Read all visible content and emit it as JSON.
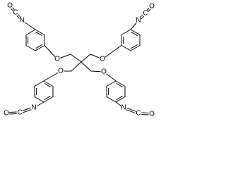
{
  "molecule": {
    "atom_labels": {
      "oxygen": "O",
      "nitrogen": "N",
      "carbon": "C"
    },
    "colors": {
      "background": "#ffffff",
      "ink": "#000000"
    }
  }
}
